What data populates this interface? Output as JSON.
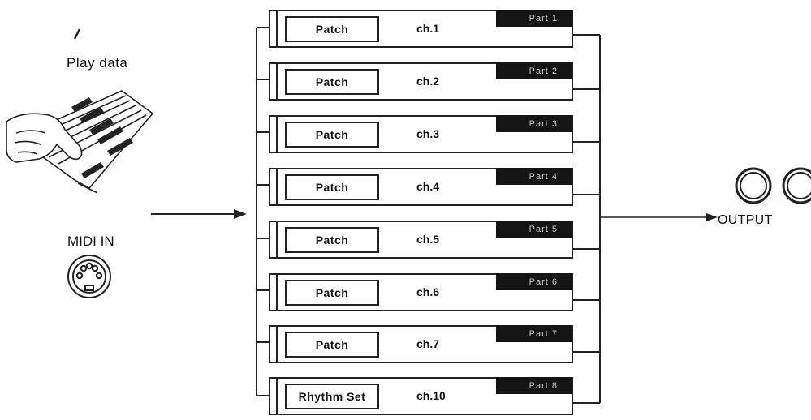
{
  "labels": {
    "play_data": "Play data",
    "midi_in": "MIDI IN",
    "output": "OUTPUT"
  },
  "parts": [
    {
      "tone": "Patch",
      "channel": "ch.1",
      "part": "Part 1"
    },
    {
      "tone": "Patch",
      "channel": "ch.2",
      "part": "Part 2"
    },
    {
      "tone": "Patch",
      "channel": "ch.3",
      "part": "Part 3"
    },
    {
      "tone": "Patch",
      "channel": "ch.4",
      "part": "Part 4"
    },
    {
      "tone": "Patch",
      "channel": "ch.5",
      "part": "Part 5"
    },
    {
      "tone": "Patch",
      "channel": "ch.6",
      "part": "Part 6"
    },
    {
      "tone": "Patch",
      "channel": "ch.7",
      "part": "Part 7"
    },
    {
      "tone": "Rhythm Set",
      "channel": "ch.10",
      "part": "Part 8"
    }
  ]
}
